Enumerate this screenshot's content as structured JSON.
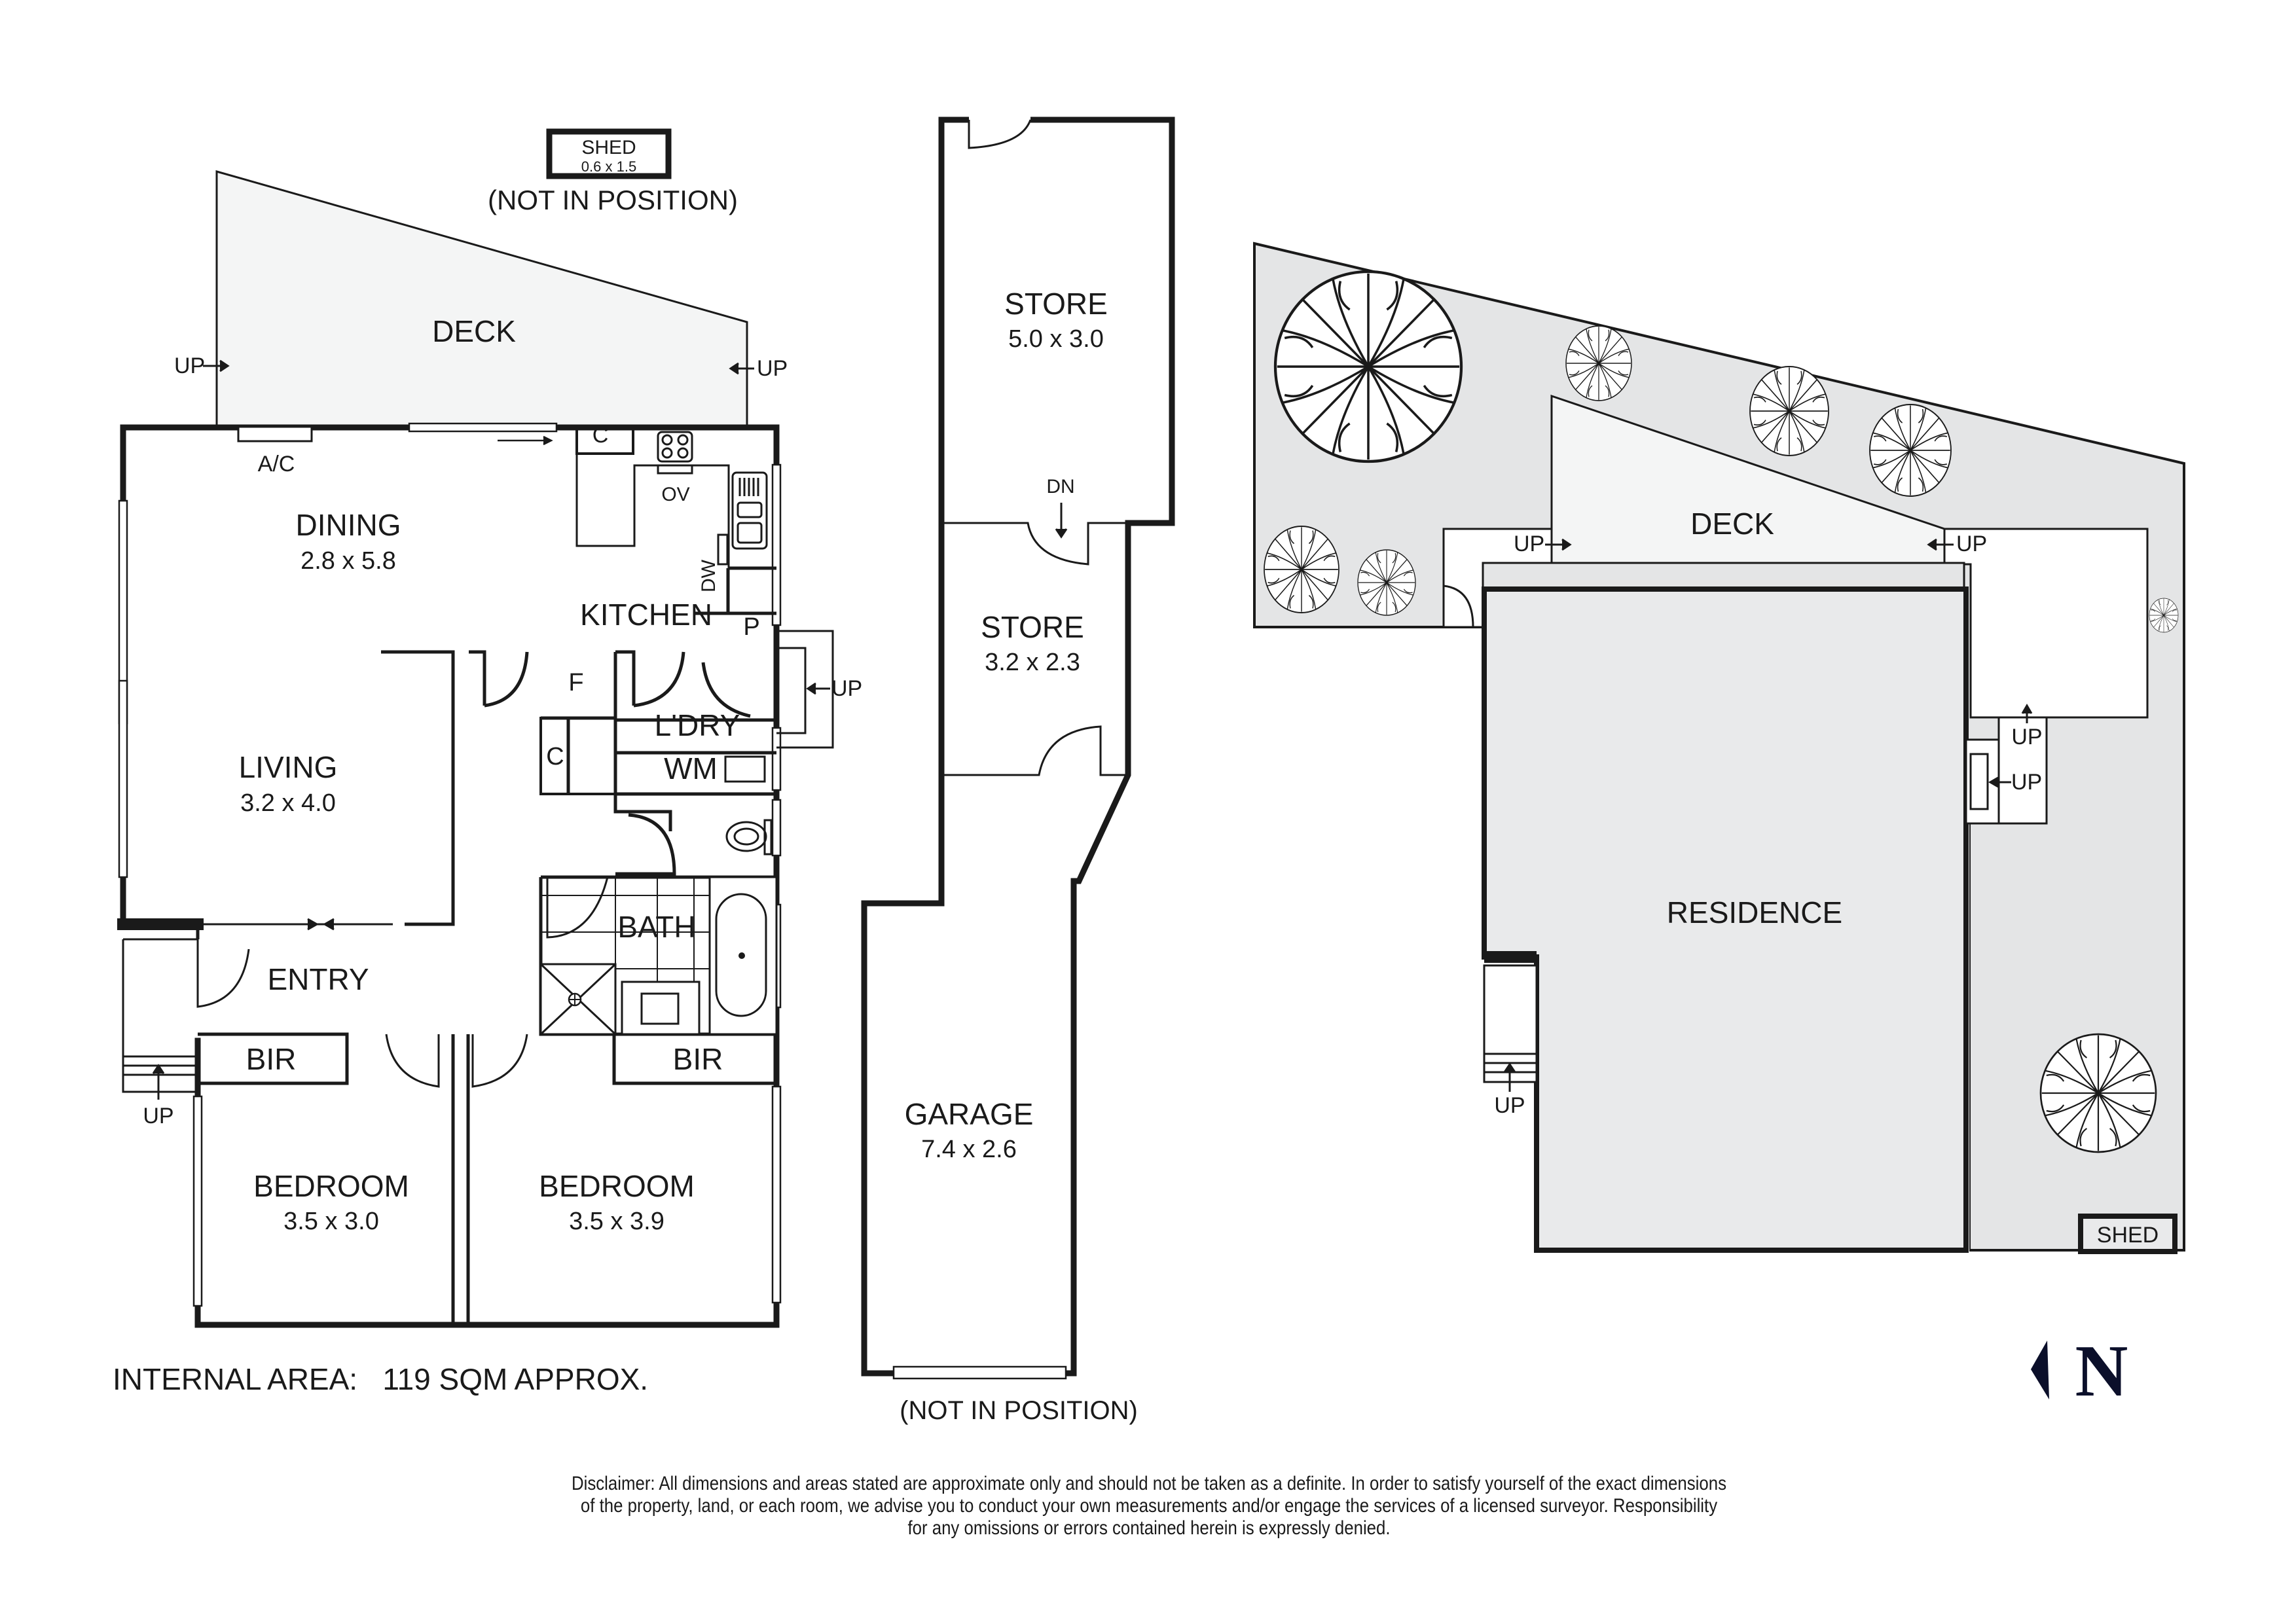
{
  "floor_plan": {
    "rooms": [
      {
        "id": "deck",
        "name": "DECK",
        "dims": ""
      },
      {
        "id": "dining",
        "name": "DINING",
        "dims": "2.8 x 5.8"
      },
      {
        "id": "kitchen",
        "name": "KITCHEN",
        "dims": ""
      },
      {
        "id": "living",
        "name": "LIVING",
        "dims": "3.2 x 4.0"
      },
      {
        "id": "laundry",
        "name": "L'DRY",
        "dims": ""
      },
      {
        "id": "bath",
        "name": "BATH",
        "dims": ""
      },
      {
        "id": "entry",
        "name": "ENTRY",
        "dims": ""
      },
      {
        "id": "bedroom1",
        "name": "BEDROOM",
        "dims": "3.5 x 3.0"
      },
      {
        "id": "bedroom2",
        "name": "BEDROOM",
        "dims": "3.5 x 3.9"
      },
      {
        "id": "bir1",
        "name": "BIR",
        "dims": ""
      },
      {
        "id": "bir2",
        "name": "BIR",
        "dims": ""
      }
    ],
    "fixtures": {
      "ac": "A/C",
      "cupboard": "C",
      "oven": "OV",
      "dishwasher": "DW",
      "pantry": "P",
      "fridge": "F",
      "cupboard2": "C",
      "washing_machine": "WM"
    },
    "stairs": {
      "deck_left": "UP",
      "deck_right": "UP",
      "laundry": "UP",
      "entry": "UP"
    },
    "shed": {
      "name": "SHED",
      "dims": "0.6 x 1.5",
      "note": "(NOT IN POSITION)"
    },
    "internal_area": {
      "label": "INTERNAL AREA:",
      "value": "119 SQM APPROX."
    }
  },
  "outbuildings": {
    "store1": {
      "name": "STORE",
      "dims": "5.0 x 3.0"
    },
    "store2": {
      "name": "STORE",
      "dims": "3.2 x 2.3"
    },
    "stair_dn": "DN",
    "garage": {
      "name": "GARAGE",
      "dims": "7.4 x 2.6"
    },
    "garage_note": "(NOT IN POSITION)"
  },
  "site_plan": {
    "deck": "DECK",
    "residence": "RESIDENCE",
    "shed": "SHED",
    "stairs": [
      "UP",
      "UP",
      "UP",
      "UP",
      "UP"
    ]
  },
  "north_arrow": {
    "letter": "N"
  },
  "disclaimer": {
    "line1": "Disclaimer: All dimensions and areas stated are approximate only and should not be taken as a definite. In order to satisfy yourself of the exact dimensions",
    "line2": "of the property, land, or each room, we advise you to conduct your own measurements and/or engage the services of a licensed surveyor. Responsibility",
    "line3": "for any omissions or errors contained herein is expressly denied."
  },
  "colors": {
    "wall": "#1a1a1a",
    "deck_fill": "#f4f5f5",
    "site_fill": "#e4e5e6",
    "residence_fill": "#e9eaeb",
    "north": "#0b0f2a"
  }
}
